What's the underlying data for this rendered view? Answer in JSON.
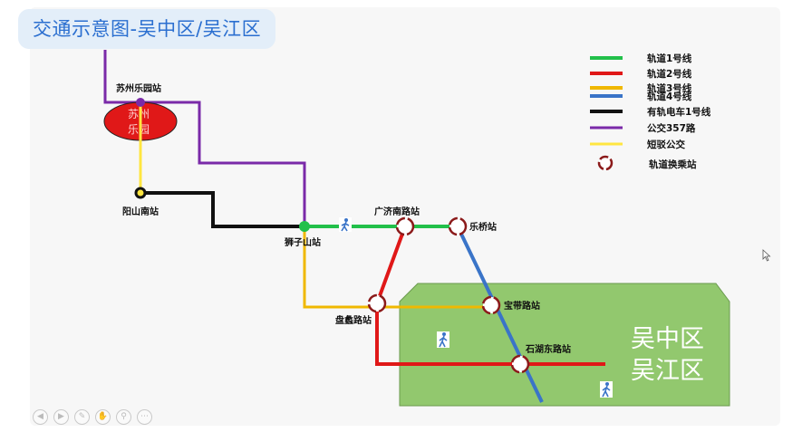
{
  "title": "交通示意图-吴中区/吴江区",
  "colors": {
    "line1": "#22c04a",
    "line2": "#e01818",
    "line3": "#f0b800",
    "line4": "#3a74c8",
    "tram1": "#111111",
    "bus357": "#7a2aa8",
    "shuttle": "#ffe640",
    "interchange": "#8b1a1a",
    "zone_fill": "#92c86e",
    "zone_stroke": "#6a9a4e",
    "park_fill": "#e01818"
  },
  "legend": [
    {
      "key": "line1",
      "label": "轨道1号线"
    },
    {
      "key": "line2",
      "label": "轨道2号线"
    },
    {
      "key": "line3",
      "label": "轨道3号线"
    },
    {
      "key": "line4",
      "label": "轨道4号线"
    },
    {
      "key": "tram1",
      "label": "有轨电车1号线"
    },
    {
      "key": "bus357",
      "label": "公交357路"
    },
    {
      "key": "shuttle",
      "label": "短驳公交"
    },
    {
      "key": "interchange",
      "label": "轨道换乘站"
    }
  ],
  "stations": {
    "suzhou_paradise": "苏州乐园站",
    "yangshan_south": "阳山南站",
    "shizishan": "狮子山站",
    "guangji_south": "广济南路站",
    "leqiao": "乐桥站",
    "panli": "盘蠡路站",
    "baodai": "宝带路站",
    "shihu_east": "石湖东路站"
  },
  "park_label": [
    "苏州",
    "乐园"
  ],
  "zone_label": [
    "吴中区",
    "吴江区"
  ],
  "toolbar_icons": [
    "prev-icon",
    "next-icon",
    "edit-icon",
    "select-icon",
    "zoom-icon",
    "menu-icon"
  ]
}
